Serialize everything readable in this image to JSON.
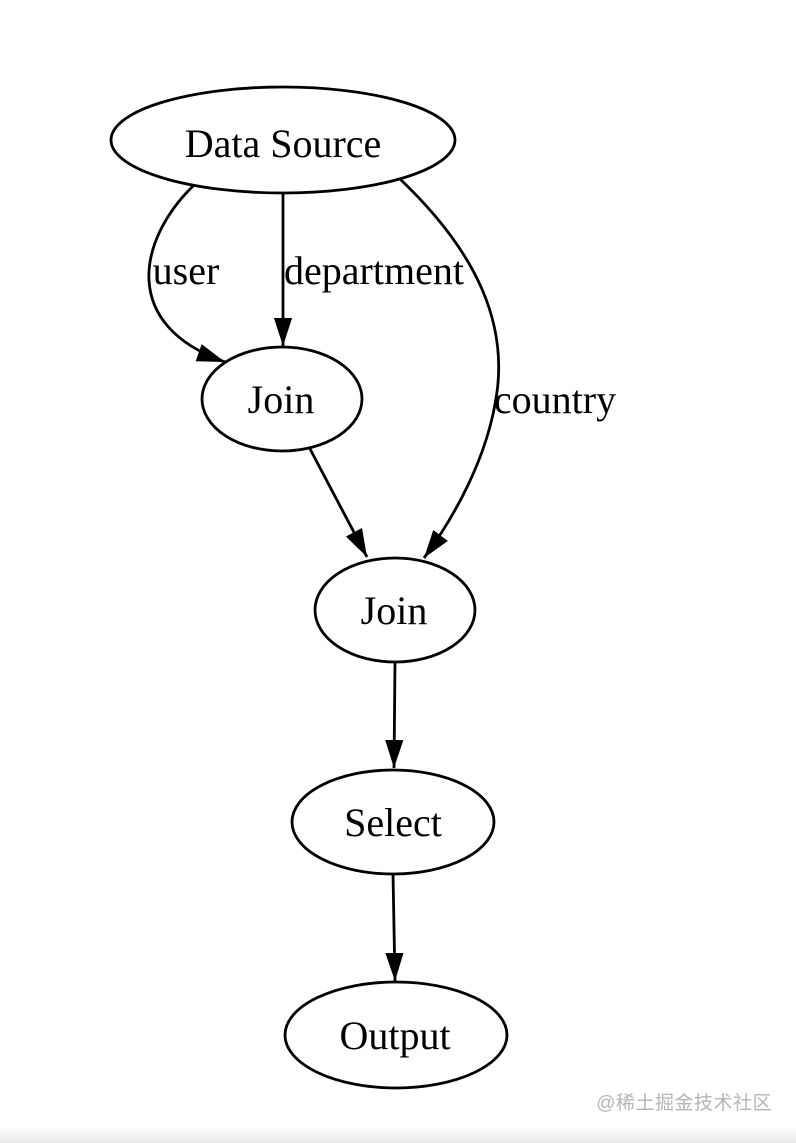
{
  "diagram": {
    "type": "directed-graph",
    "background": "#ffffff",
    "stroke_color": "#000000",
    "text_color": "#000000",
    "nodes": {
      "data_source": {
        "label": "Data Source",
        "shape": "ellipse"
      },
      "join1": {
        "label": "Join",
        "shape": "ellipse"
      },
      "join2": {
        "label": "Join",
        "shape": "ellipse"
      },
      "select": {
        "label": "Select",
        "shape": "ellipse"
      },
      "output": {
        "label": "Output",
        "shape": "ellipse"
      }
    },
    "edges": [
      {
        "from": "data_source",
        "to": "join1",
        "label": "user"
      },
      {
        "from": "data_source",
        "to": "join1",
        "label": "department"
      },
      {
        "from": "data_source",
        "to": "join2",
        "label": "country"
      },
      {
        "from": "join1",
        "to": "join2",
        "label": ""
      },
      {
        "from": "join2",
        "to": "select",
        "label": ""
      },
      {
        "from": "select",
        "to": "output",
        "label": ""
      }
    ]
  },
  "watermark": {
    "text": "@稀土掘金技术社区",
    "color": "#b5b5b5"
  }
}
